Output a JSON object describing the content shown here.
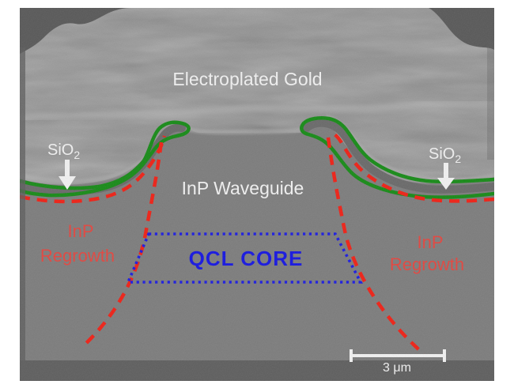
{
  "figure": {
    "annotations": {
      "electroplated_gold": "Electroplated Gold",
      "inp_waveguide": "InP Waveguide",
      "sio2_base": "SiO",
      "sio2_subscript": "2",
      "inp": "InP",
      "regrowth": "Regrowth",
      "qcl_core": "QCL CORE",
      "scale_bar": "3 μm"
    },
    "colors": {
      "page_background": "#ffffff",
      "sem_background": "#585858",
      "gold_fill": "#909090",
      "substrate_fill": "#7c7c7c",
      "sio2_layer_dark": "#696969",
      "bottom_band_fill": "#5e5e5e",
      "sio2_green": "#168a16",
      "boundary_red": "#ee2015",
      "core_blue": "#1b1be0",
      "text_red": "#e2453e",
      "text_blue": "#1515e0",
      "text_white": "#f0f0f0"
    }
  }
}
